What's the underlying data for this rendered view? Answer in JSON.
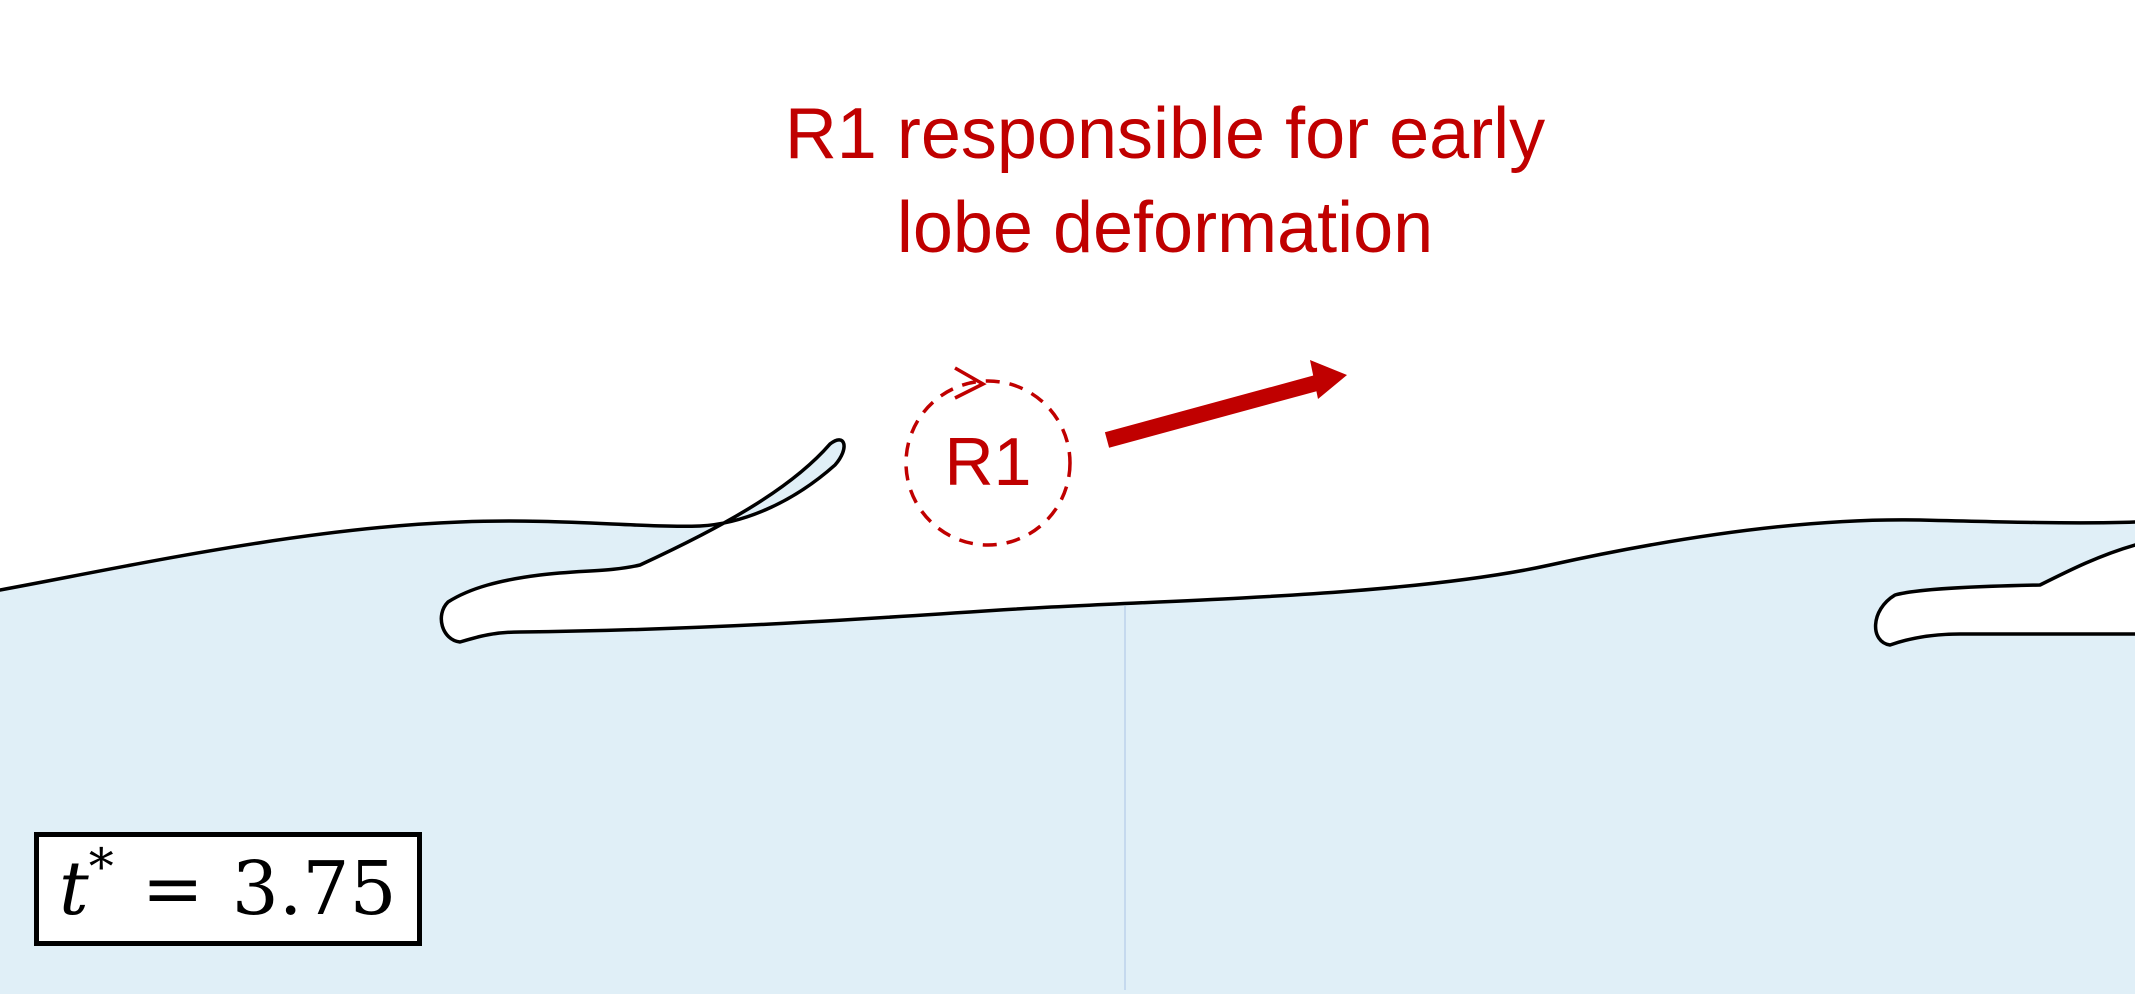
{
  "annotation": {
    "line1": "R1 responsible for early",
    "line2": "lobe deformation"
  },
  "vortex": {
    "label": "R1"
  },
  "time_box": {
    "variable": "t",
    "superscript": "*",
    "operator": "=",
    "value": "3.75"
  },
  "colors": {
    "annotation": "#C00000",
    "liquid_fill": "#E0EFF7",
    "interface_line": "#000000",
    "period_line": "#C5D9EE",
    "background": "#FFFFFF"
  }
}
